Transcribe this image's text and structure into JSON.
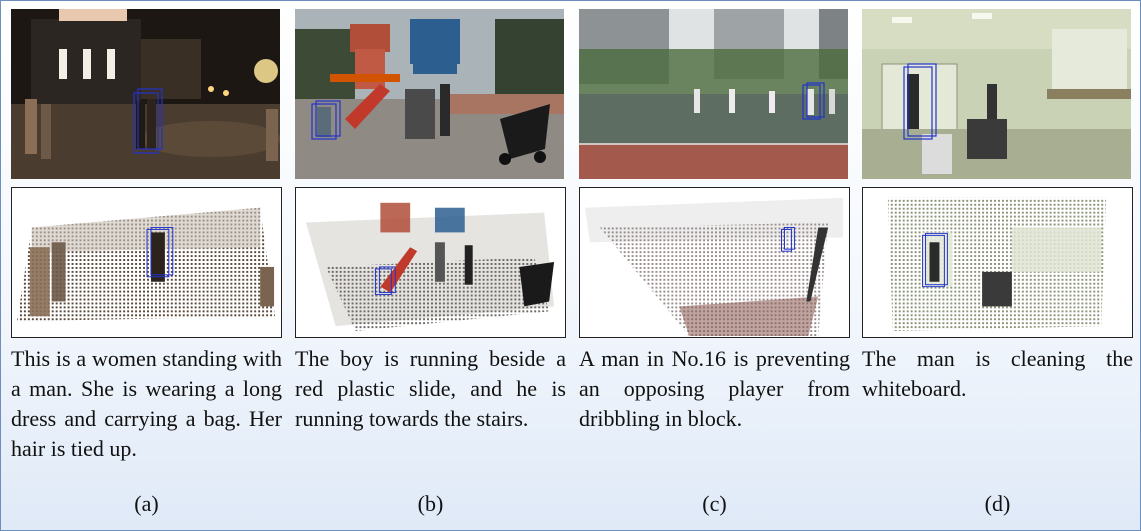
{
  "panels": [
    {
      "caption": "This is a women standing with a man. She is wearing a long dress and carrying a bag. Her hair is tied up.",
      "label": "(a)"
    },
    {
      "caption": "The boy is running beside a red plastic slide, and he is running towards the stairs.",
      "label": "(b)"
    },
    {
      "caption": "A man in No.16 is preventing an opposing player from dribbling in block.",
      "label": "(c)"
    },
    {
      "caption": "The man is cleaning the whiteboard.",
      "label": "(d)"
    }
  ],
  "colors": {
    "bbox": "#2233cc",
    "frame_border": "#6d8fc0",
    "background_bottom": "#dfe9f7"
  }
}
